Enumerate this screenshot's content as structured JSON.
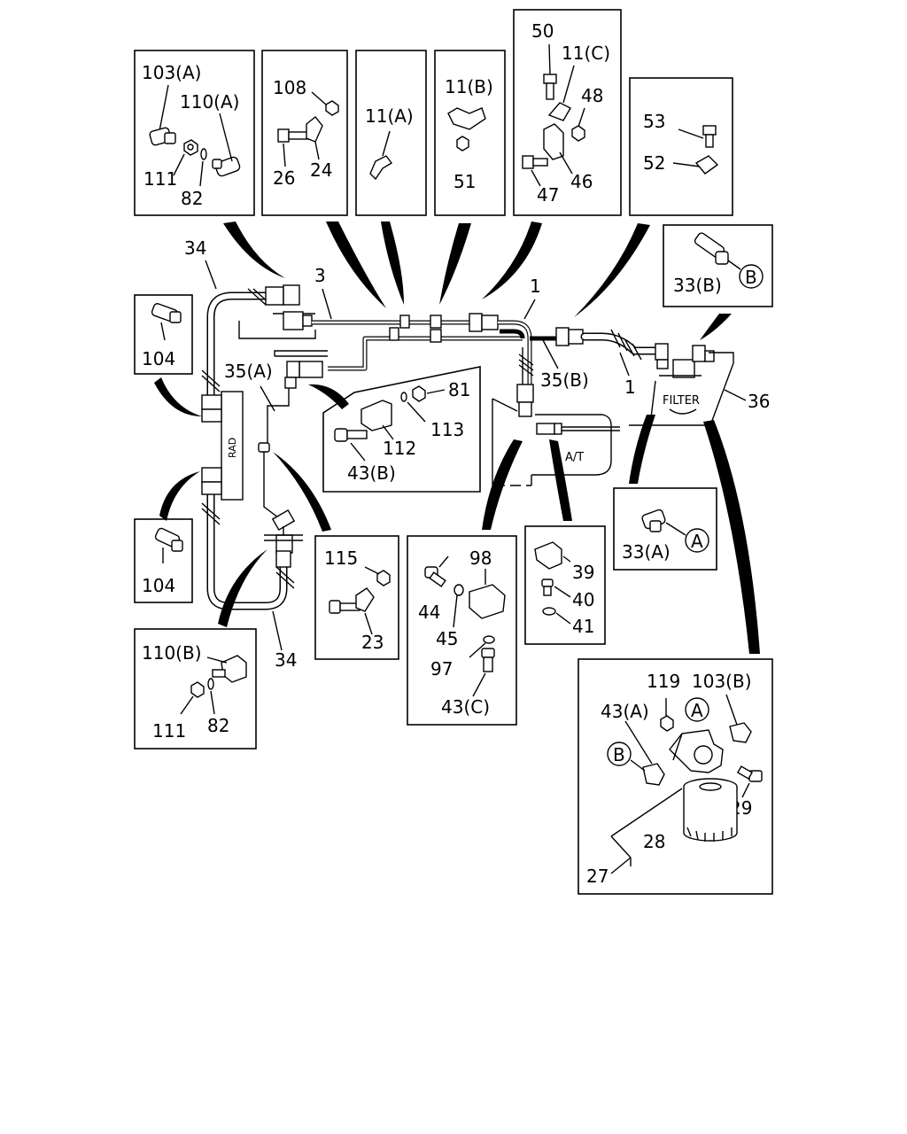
{
  "boxes": {
    "box_103a": {
      "l1": "103(A)",
      "l2": "110(A)",
      "l3": "111",
      "l4": "82"
    },
    "box_108": {
      "l1": "108",
      "l2": "26",
      "l3": "24"
    },
    "box_11a": {
      "l1": "11(A)"
    },
    "box_11b": {
      "l1": "11(B)",
      "l2": "51"
    },
    "box_50": {
      "l1": "50",
      "l2": "11(C)",
      "l3": "48",
      "l4": "47",
      "l5": "46"
    },
    "box_53": {
      "l1": "53",
      "l2": "52"
    },
    "box_33b": {
      "l1": "33(B)",
      "circle": "B"
    },
    "box_104_top": {
      "l1": "104"
    },
    "box_104_bot": {
      "l1": "104"
    },
    "box_81": {
      "l1": "81",
      "l2": "113",
      "l3": "112",
      "l4": "43(B)"
    },
    "box_115": {
      "l1": "115",
      "l2": "23"
    },
    "box_98": {
      "l1": "98",
      "l2": "44",
      "l3": "45",
      "l4": "97",
      "l5": "43(C)"
    },
    "box_39": {
      "l1": "39",
      "l2": "40",
      "l3": "41"
    },
    "box_33a": {
      "l1": "33(A)",
      "circle": "A"
    },
    "box_110b": {
      "l1": "110(B)",
      "l2": "111",
      "l3": "82"
    },
    "box_filter": {
      "l1": "119",
      "l2": "103(B)",
      "l3": "43(A)",
      "l4": "29",
      "l5": "28",
      "l6": "27",
      "circle_a": "A",
      "circle_b": "B"
    }
  },
  "main": {
    "label_34_top": "34",
    "label_3": "3",
    "label_1_top": "1",
    "label_35b": "35(B)",
    "label_1_right": "1",
    "label_36": "36",
    "label_35a": "35(A)",
    "label_34_bottom": "34",
    "rad_label": "RAD",
    "filter_label": "FILTER",
    "at_label": "A/T"
  }
}
